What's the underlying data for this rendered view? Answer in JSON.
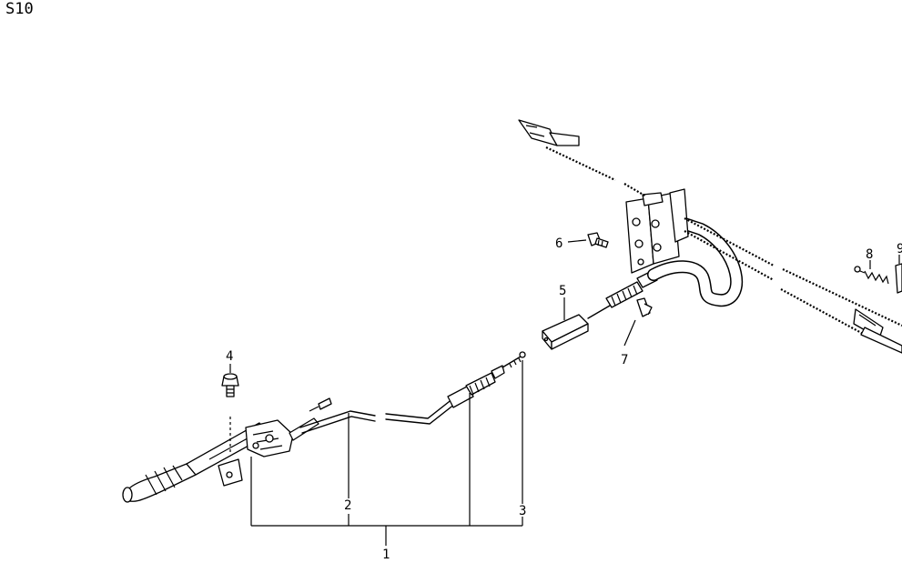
{
  "page_code": "S10",
  "callouts": [
    {
      "id": "1",
      "label": "1"
    },
    {
      "id": "2",
      "label": "2"
    },
    {
      "id": "3",
      "label": "3"
    },
    {
      "id": "4",
      "label": "4"
    },
    {
      "id": "5",
      "label": "5"
    },
    {
      "id": "6",
      "label": "6"
    },
    {
      "id": "7",
      "label": "7"
    },
    {
      "id": "8",
      "label": "8"
    },
    {
      "id": "9",
      "label": "9"
    }
  ]
}
